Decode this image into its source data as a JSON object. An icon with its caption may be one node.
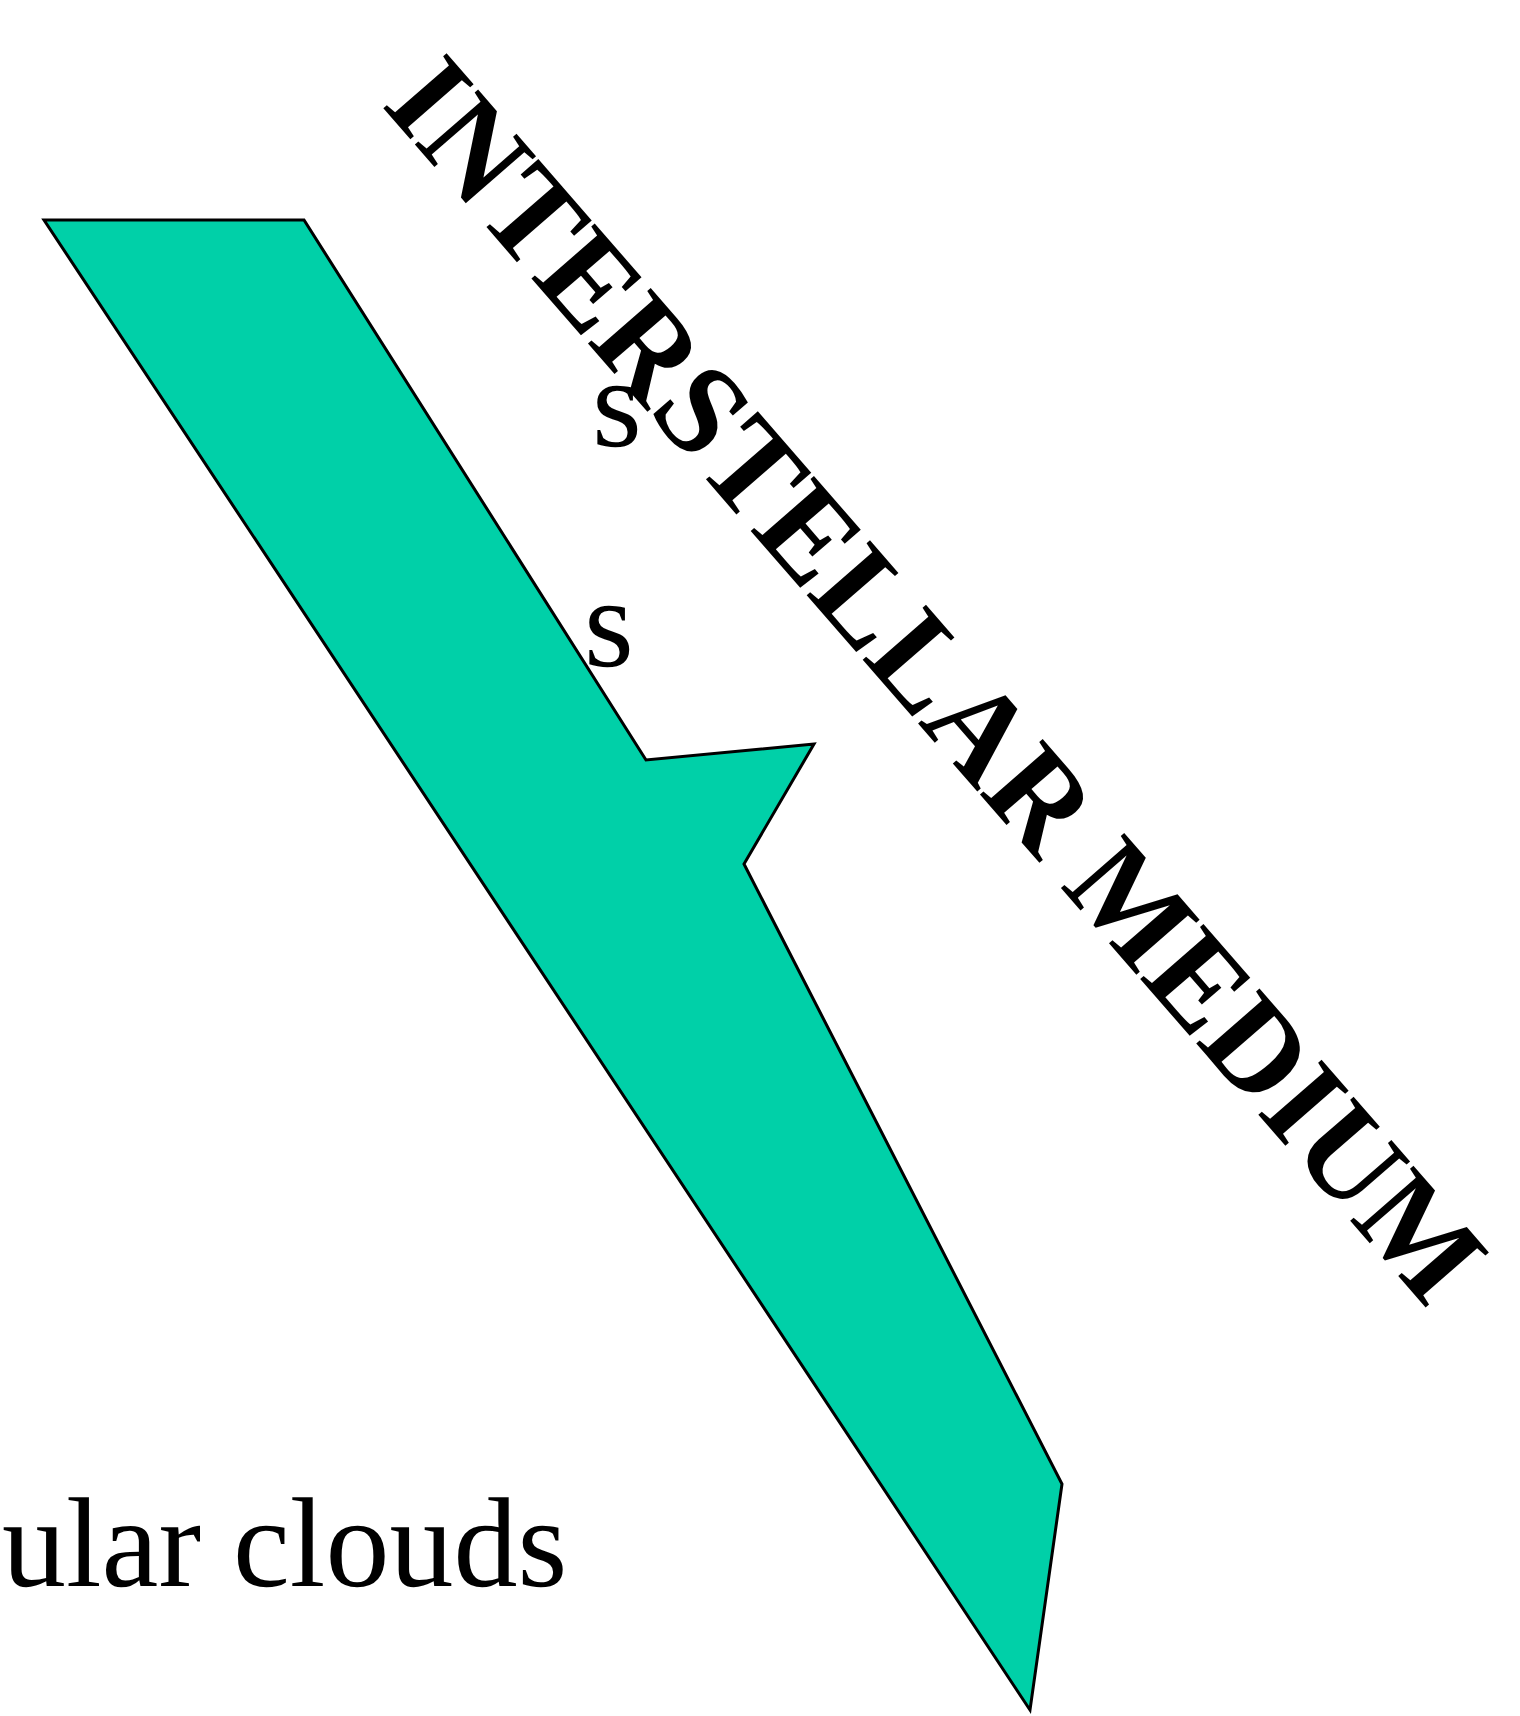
{
  "diagram": {
    "nodes": [
      {
        "text": [
          "INTERSTELLAR MEDIUM"
        ]
      }
    ],
    "labels": [
      "s",
      "s",
      "ular clouds"
    ]
  }
}
